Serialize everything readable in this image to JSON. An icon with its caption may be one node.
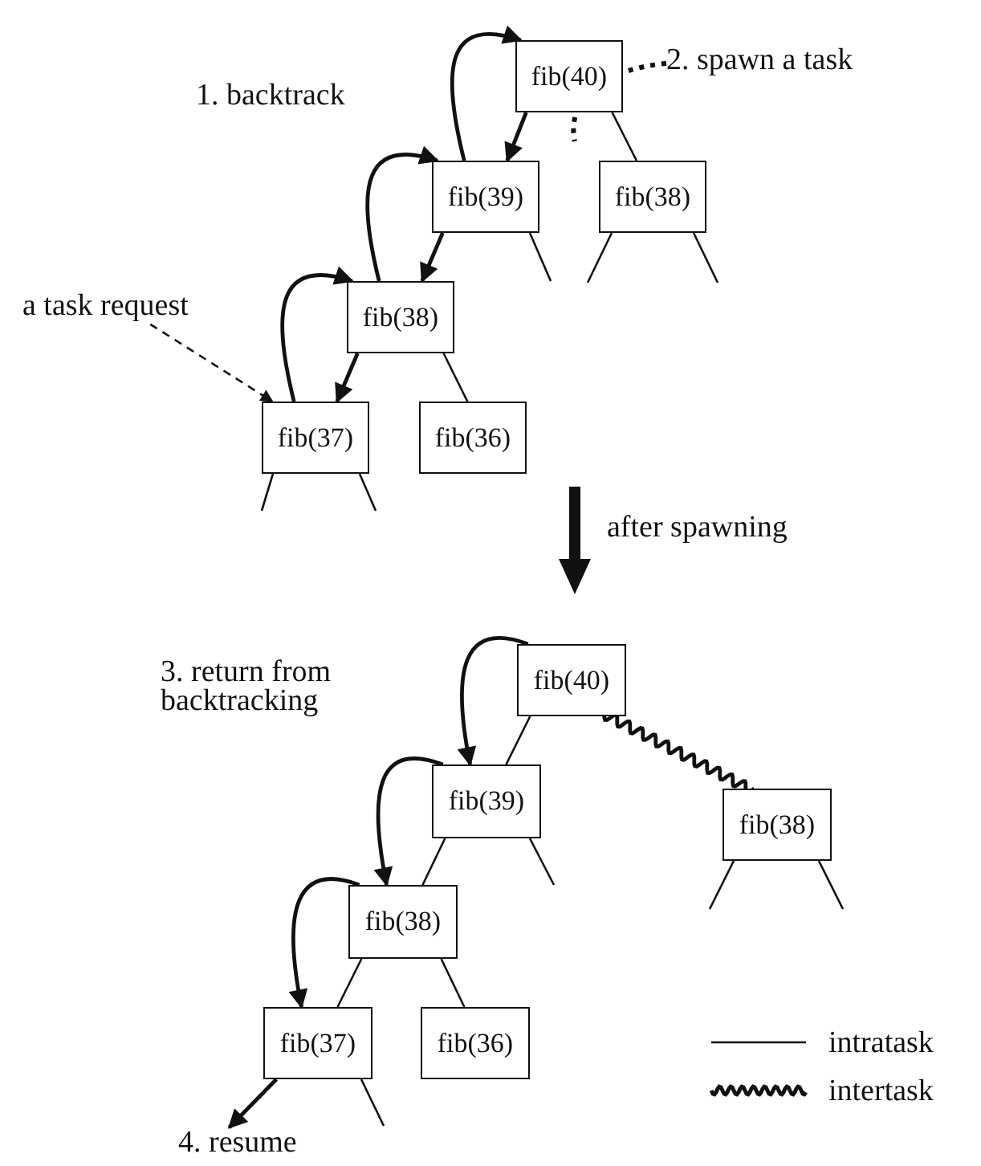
{
  "diagram": {
    "nodes": [
      {
        "text": [
          "fib(40)"
        ]
      },
      {
        "text": [
          "2. spawn a task"
        ]
      },
      {
        "text": [
          "fib(39)"
        ]
      },
      {
        "text": [
          "fib(38)"
        ]
      },
      {
        "text": [
          "a task request"
        ]
      },
      {
        "text": [
          "fib(38)"
        ]
      },
      {
        "text": [
          "fib(37)"
        ]
      },
      {
        "text": [
          "fib(36)"
        ]
      },
      {
        "text": [
          "fib(40)"
        ]
      },
      {
        "text": [
          "fib(39)"
        ]
      },
      {
        "text": [
          "fib(38)"
        ]
      },
      {
        "text": [
          "fib(38)"
        ]
      },
      {
        "text": [
          "fib(37)"
        ]
      },
      {
        "text": [
          "fib(36)"
        ]
      },
      {
        "text": [
          "4. resume"
        ]
      }
    ],
    "edges": [
      {
        "from": 0,
        "to": 2,
        "arrow": "to"
      },
      {
        "from": 2,
        "to": 0,
        "arrow": "to"
      },
      {
        "from": 2,
        "to": 5,
        "arrow": "to"
      },
      {
        "from": 5,
        "to": 2,
        "arrow": "to"
      },
      {
        "from": 5,
        "to": 6,
        "arrow": "to"
      },
      {
        "from": 6,
        "to": 5,
        "arrow": "to"
      },
      {
        "from": 0,
        "to": 3,
        "arrow": "none"
      },
      {
        "from": 5,
        "to": 7,
        "arrow": "none"
      },
      {
        "from": 4,
        "to": 6,
        "arrow": "to",
        "style": "dashed"
      },
      {
        "from": 1,
        "to": null,
        "arrow": "none",
        "style": "dashed"
      },
      {
        "from": 8,
        "to": 9,
        "arrow": "none"
      },
      {
        "from": 8,
        "to": 10,
        "arrow": "none"
      },
      {
        "from": 9,
        "to": 11,
        "arrow": "none"
      },
      {
        "from": 11,
        "to": 12,
        "arrow": "none"
      },
      {
        "from": 11,
        "to": 13,
        "arrow": "none"
      },
      {
        "from": 8,
        "to": 9,
        "arrow": "to"
      },
      {
        "from": 9,
        "to": 11,
        "arrow": "to"
      },
      {
        "from": 11,
        "to": 12,
        "arrow": "to"
      },
      {
        "from": 12,
        "to": 14,
        "arrow": "to"
      }
    ],
    "labels": [
      "1. backtrack",
      "after spawning",
      "3. return from backtracking"
    ],
    "legend": [
      {
        "text": "intratask"
      },
      {
        "text": "intertask"
      }
    ]
  }
}
